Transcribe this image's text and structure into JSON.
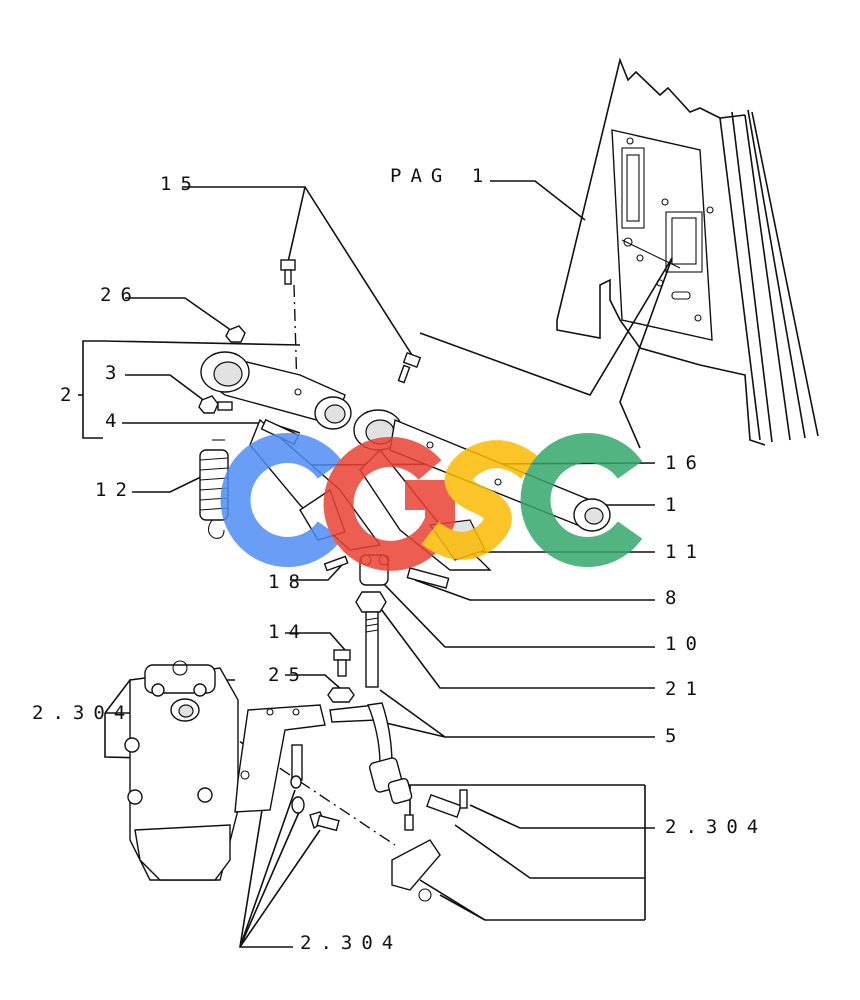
{
  "callouts": {
    "pag": "PAG 1",
    "c15": "15",
    "c26": "26",
    "c3": "3",
    "c2": "2",
    "c4": "4",
    "c12": "12",
    "c18": "18",
    "c14": "14",
    "c25": "25",
    "c2304_left": "2.304",
    "c16": "16",
    "c1": "1",
    "c11": "11",
    "c8": "8",
    "c10": "10",
    "c21": "21",
    "c5": "5",
    "c2304_right": "2.304",
    "c2304_bottom": "2.304"
  },
  "watermark": {
    "letters": [
      "C",
      "G",
      "S",
      "C"
    ],
    "colors": [
      "#4f8df5",
      "#ea4335",
      "#fbbc05",
      "#34a86b"
    ]
  }
}
